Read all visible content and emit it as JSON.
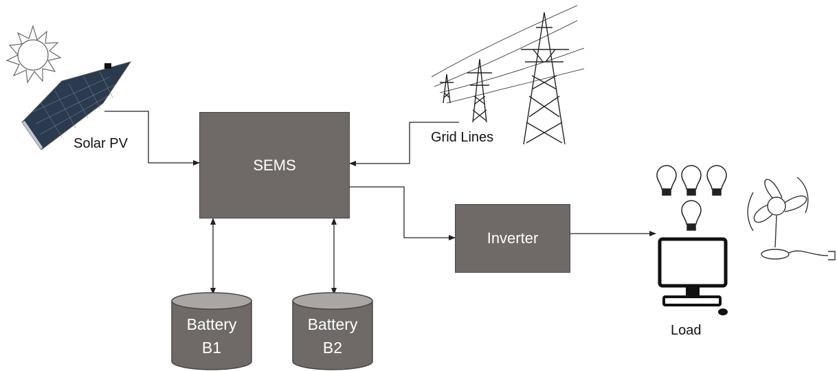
{
  "nodes": {
    "sems": {
      "label": "SEMS"
    },
    "inverter": {
      "label": "Inverter"
    },
    "battery_b1": {
      "line1": "Battery",
      "line2": "B1"
    },
    "battery_b2": {
      "line1": "Battery",
      "line2": "B2"
    }
  },
  "labels": {
    "solar_pv": "Solar PV",
    "grid_lines": "Grid Lines",
    "load": "Load"
  },
  "icons": [
    "sun-icon",
    "solar-panel-icon",
    "transmission-tower-icon",
    "light-bulb-icon",
    "computer-monitor-icon",
    "fan-icon"
  ],
  "colors": {
    "box_fill": "#6f6a68",
    "box_text": "#ffffff",
    "arrow": "#222222"
  }
}
